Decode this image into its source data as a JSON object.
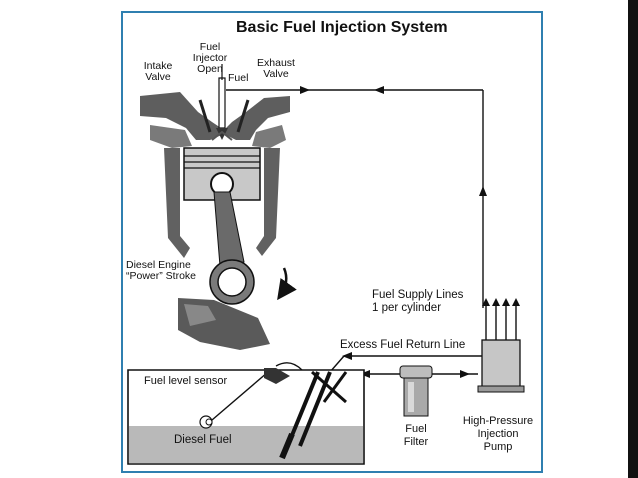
{
  "title": "Basic Fuel Injection System",
  "labels": {
    "intake_valve": [
      "Intake",
      "Valve"
    ],
    "fuel_injector": [
      "Fuel",
      "Injector",
      "Open"
    ],
    "fuel": "Fuel",
    "exhaust_valve": [
      "Exhaust",
      "Valve"
    ],
    "engine_stroke": [
      "Diesel Engine",
      "“Power” Stroke"
    ],
    "fuel_supply_lines": [
      "Fuel Supply Lines",
      "1 per cylinder"
    ],
    "excess_return": "Excess Fuel Return Line",
    "fuel_level_sensor": "Fuel level sensor",
    "diesel_fuel": "Diesel Fuel",
    "fuel_filter": [
      "Fuel",
      "Filter"
    ],
    "injection_pump": [
      "High-Pressure",
      "Injection",
      "Pump"
    ]
  },
  "colors": {
    "frame_border": "#2f7fb0",
    "ink": "#111111",
    "engine_gray": "#6d6d6d",
    "fuel_gray": "#b9b9b9"
  }
}
